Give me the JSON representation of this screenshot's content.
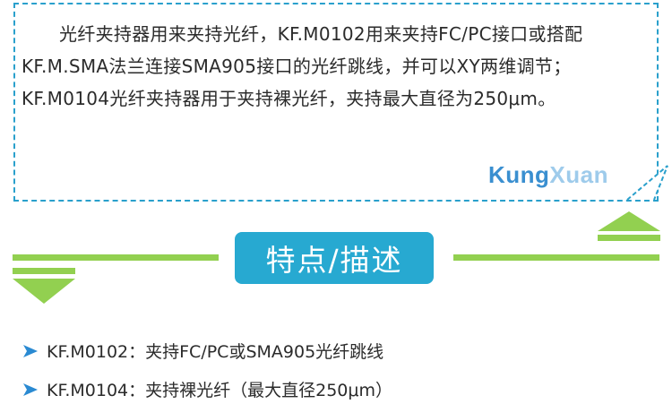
{
  "intro": {
    "text": "光纤夹持器用来夹持光纤，KF.M0102用来夹持FC/PC接口或搭配KF.M.SMA法兰连接SMA905接口的光纤跳线，并可以XY两维调节；KF.M0104光纤夹持器用于夹持裸光纤，夹持最大直径为250μm。"
  },
  "brand": {
    "part1": "Kung",
    "part2": "Xuan"
  },
  "section": {
    "title": "特点/描述"
  },
  "features": [
    {
      "text": "KF.M0102：夹持FC/PC或SMA905光纤跳线"
    },
    {
      "text": "KF.M0104：夹持裸光纤（最大直径250μm）"
    }
  ],
  "colors": {
    "accent_blue": "#27a9d1",
    "accent_green": "#92d050",
    "border": "#2aa0cc"
  },
  "icons": [
    "callout-tail-icon",
    "up-arrow-icon",
    "down-arrow-icon",
    "bullet-arrow-icon"
  ]
}
